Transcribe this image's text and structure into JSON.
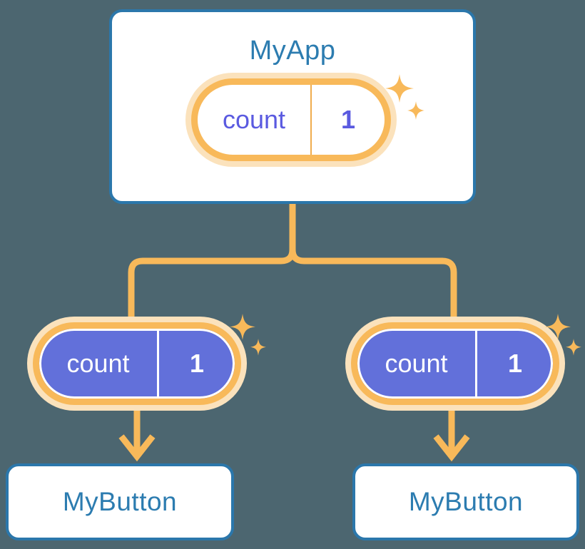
{
  "background_color": "#4c6670",
  "palette": {
    "card_border": "#2b77ab",
    "card_text": "#2c7cb0",
    "card_fill": "#ffffff",
    "pill_ring": "#f8b95a",
    "pill_halo": "#fbe2bc",
    "pill_child_fill": "#6270da",
    "pill_app_text": "#5a5ae0",
    "pill_child_text": "#ffffff",
    "wire": "#f8b95a",
    "sparkle": "#f8b95a"
  },
  "diagram": {
    "type": "component-tree",
    "root": {
      "title": "MyApp",
      "state": {
        "key": "count",
        "value": "1"
      },
      "sparkle_icon": "sparkle-icon"
    },
    "children": [
      {
        "title": "MyButton",
        "state": {
          "key": "count",
          "value": "1"
        },
        "sparkle_icon": "sparkle-icon"
      },
      {
        "title": "MyButton",
        "state": {
          "key": "count",
          "value": "1"
        },
        "sparkle_icon": "sparkle-icon"
      }
    ]
  }
}
